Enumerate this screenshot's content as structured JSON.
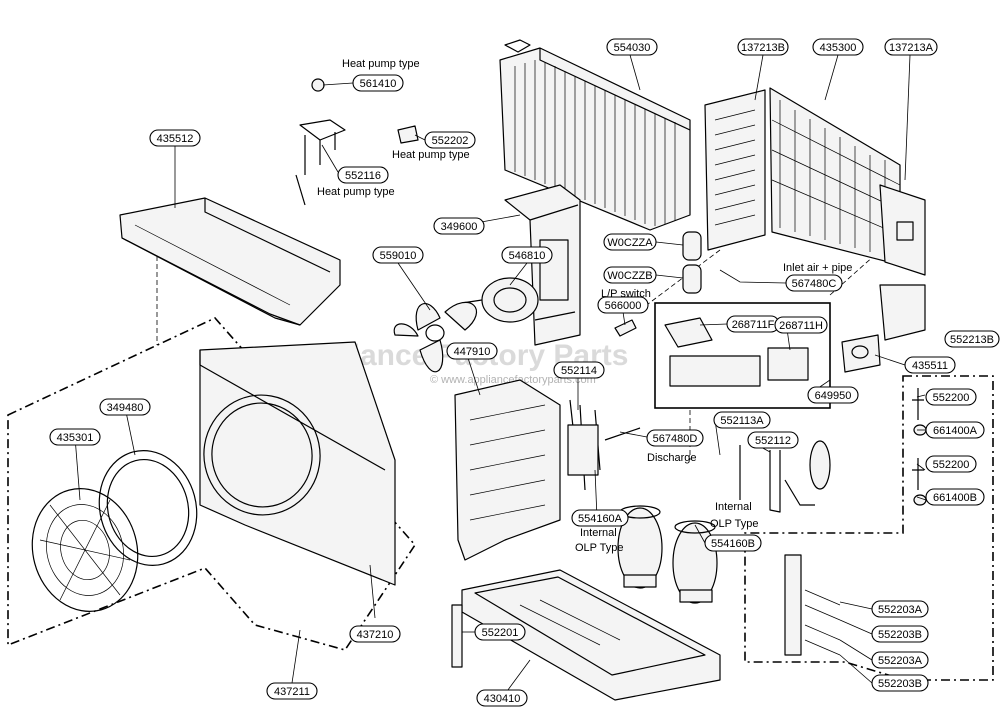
{
  "watermark": {
    "brand": "Appliance Factory Parts",
    "url": "© www.appliancefactoryparts.com"
  },
  "parts": {
    "p554030": "554030",
    "p137213B": "137213B",
    "p435300": "435300",
    "p137213A": "137213A",
    "p561410": "561410",
    "p552202": "552202",
    "p552116": "552116",
    "p435512": "435512",
    "p349600": "349600",
    "p546810": "546810",
    "p559010": "559010",
    "pW0CZZA": "W0CZZA",
    "pW0CZZB": "W0CZZB",
    "p567480C": "567480C",
    "p566000": "566000",
    "p268711F": "268711F",
    "p268711H": "268711H",
    "p435511": "435511",
    "p552213B": "552213B",
    "p447910": "447910",
    "p552114": "552114",
    "p349480": "349480",
    "p435301": "435301",
    "p649950": "649950",
    "p552200a": "552200",
    "p661400A": "661400A",
    "p552200b": "552200",
    "p661400B": "661400B",
    "p567480D": "567480D",
    "p552113A": "552113A",
    "p552112": "552112",
    "p554160A": "554160A",
    "p554160B": "554160B",
    "p437210": "437210",
    "p552203A1": "552203A",
    "p552203B1": "552203B",
    "p552203A2": "552203A",
    "p552203B2": "552203B",
    "p552201": "552201",
    "p430410": "430410",
    "p437211": "437211"
  },
  "notes": {
    "heat_pump_1": "Heat pump type",
    "heat_pump_2": "Heat pump type",
    "heat_pump_3": "Heat pump type",
    "inlet_air_pipe": "Inlet air + pipe",
    "lp_switch": "L/P switch",
    "discharge": "Discharge",
    "internal_olp_a1": "Internal",
    "internal_olp_a2": "OLP Type",
    "internal_olp_b1": "Internal",
    "internal_olp_b2": "OLP Type"
  },
  "colors": {
    "line": "#000000",
    "background": "#ffffff",
    "watermark": "#bdbdbd"
  }
}
